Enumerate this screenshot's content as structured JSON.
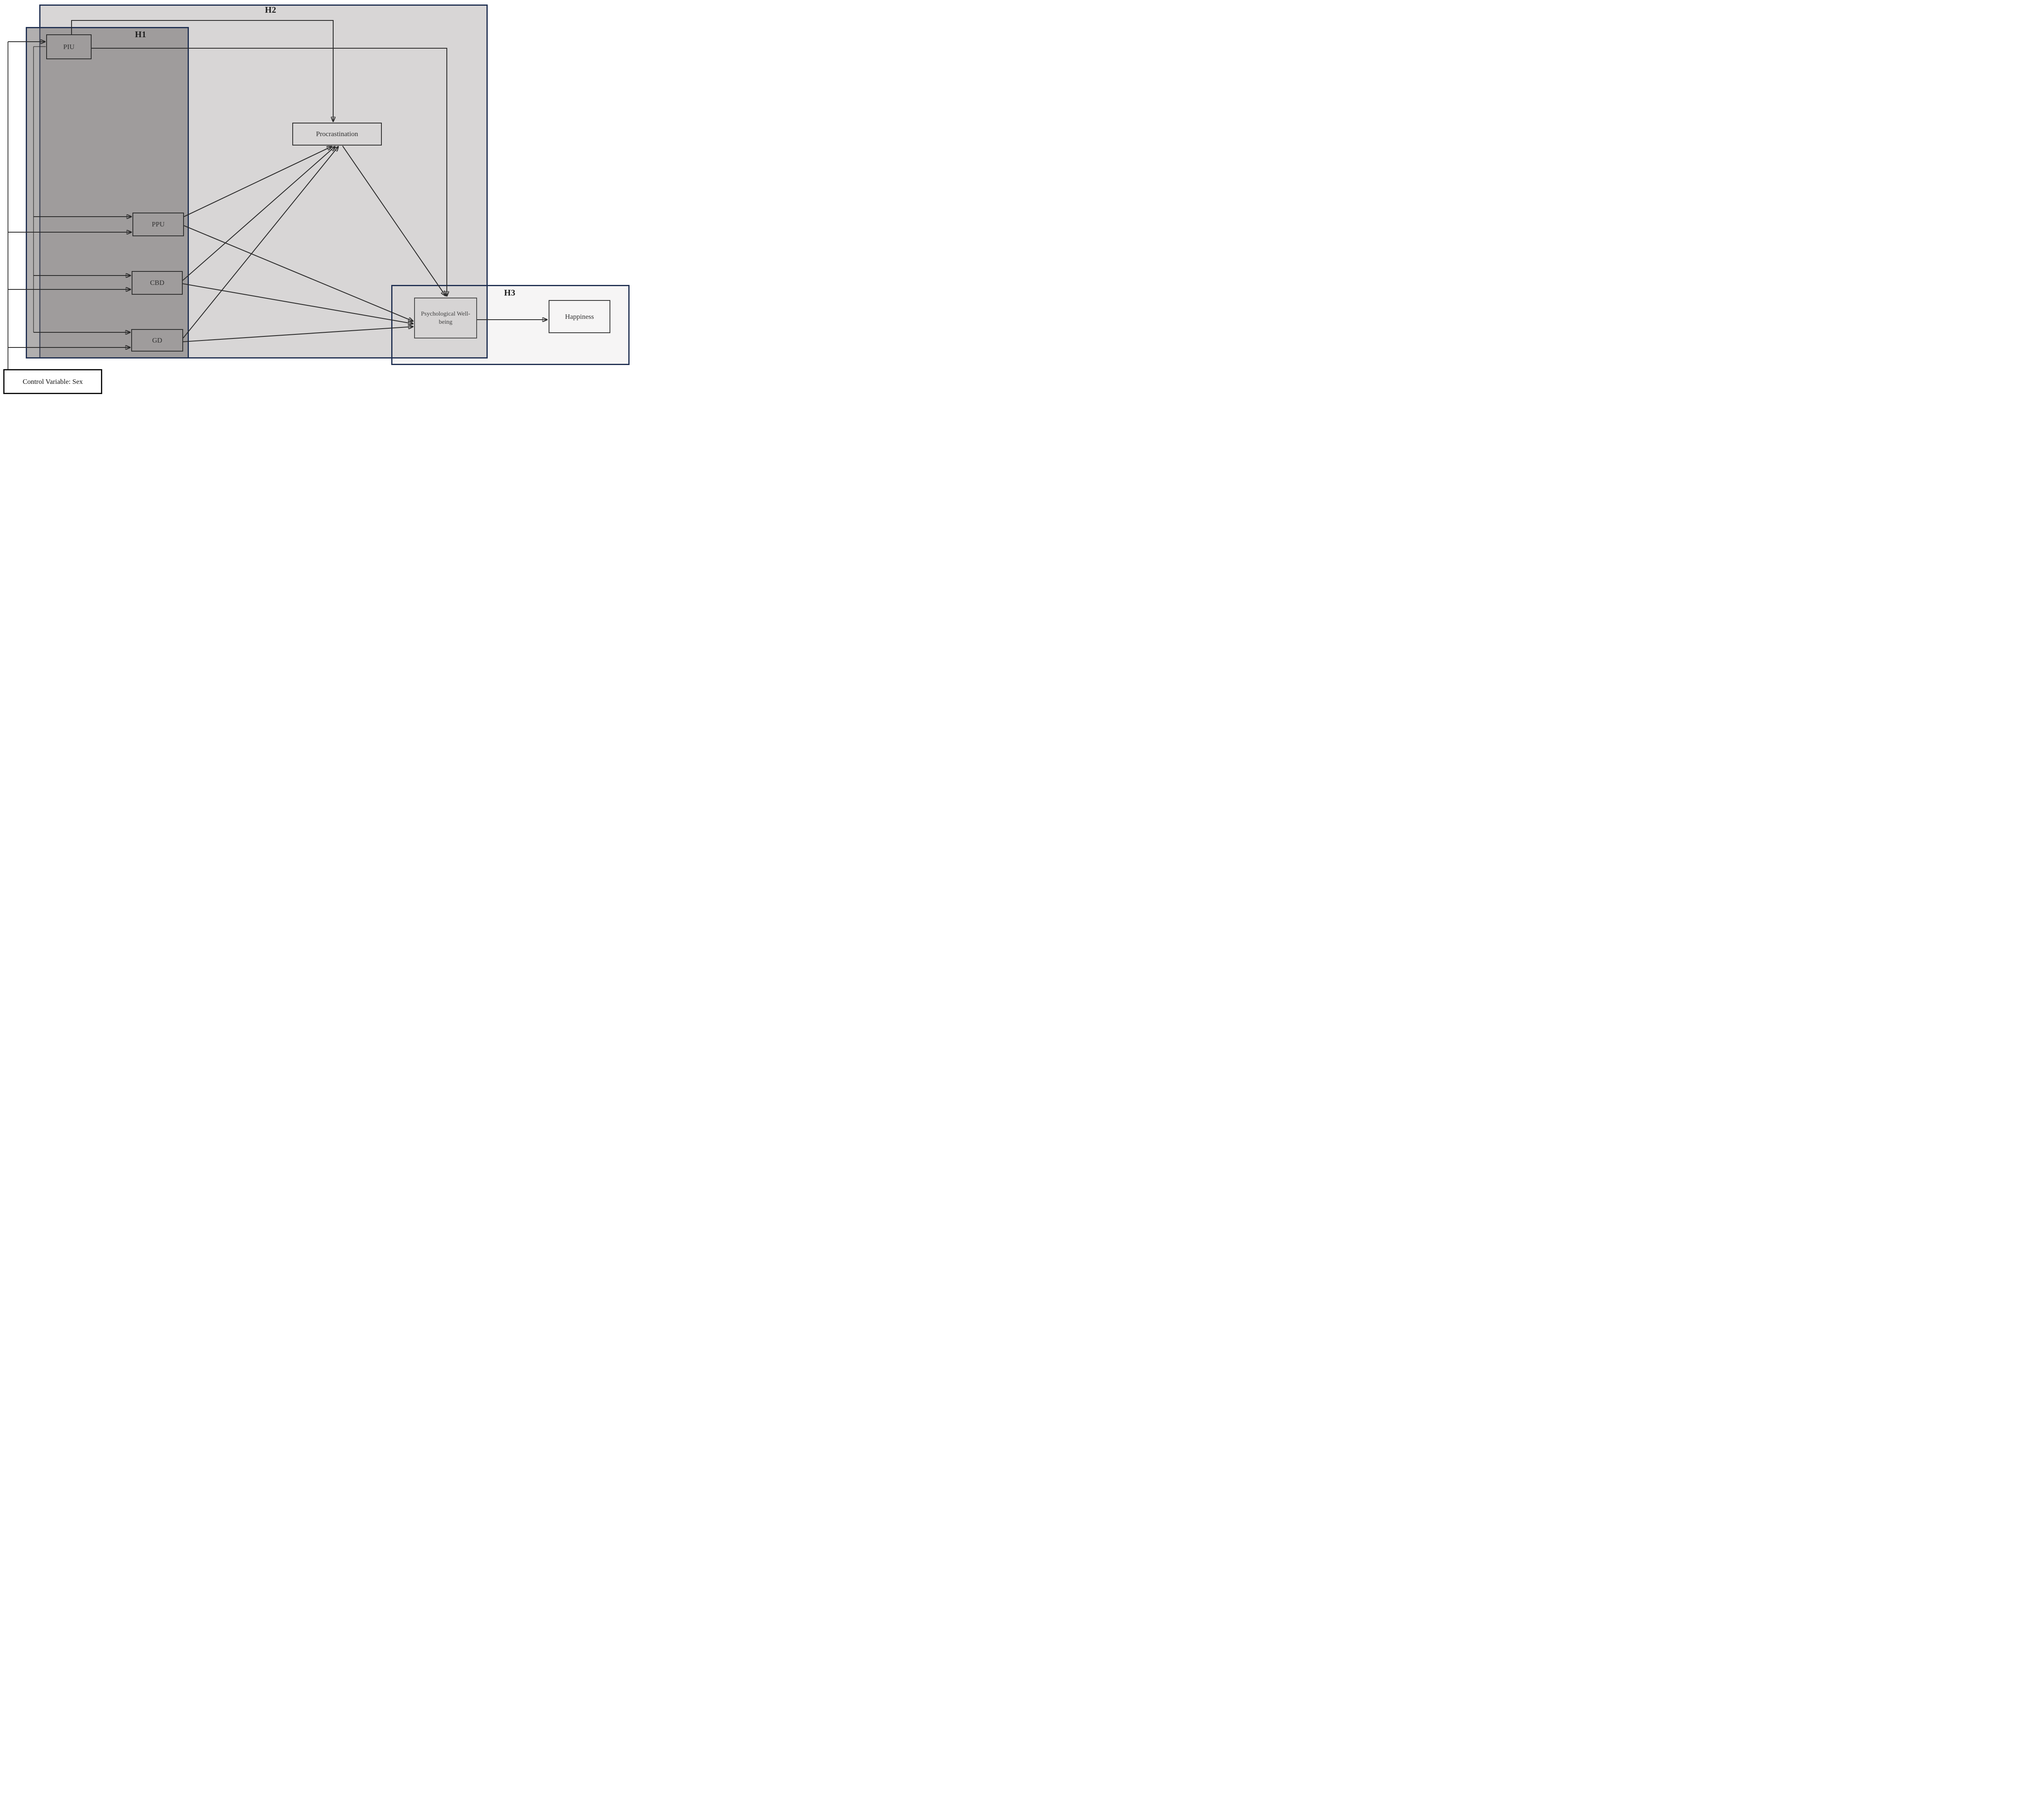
{
  "labels": {
    "h1": "H1",
    "h2": "H2",
    "h3": "H3",
    "piu": "PIU",
    "ppu": "PPU",
    "cbd": "CBD",
    "gd": "GD",
    "procrastination": "Procrastination",
    "pwb": "Psychological Well-being",
    "happiness": "Happiness",
    "control": "Control Variable: Sex"
  },
  "groups": [
    {
      "id": "h2",
      "label": "H2"
    },
    {
      "id": "h1",
      "label": "H1"
    },
    {
      "id": "h3",
      "label": "H3"
    }
  ],
  "nodes": [
    {
      "id": "piu",
      "label": "PIU",
      "group": "H1"
    },
    {
      "id": "ppu",
      "label": "PPU",
      "group": "H1"
    },
    {
      "id": "cbd",
      "label": "CBD",
      "group": "H1"
    },
    {
      "id": "gd",
      "label": "GD",
      "group": "H1"
    },
    {
      "id": "procrastination",
      "label": "Procrastination",
      "group": "H2"
    },
    {
      "id": "pwb",
      "label": "Psychological Well-being",
      "group": "H3"
    },
    {
      "id": "happiness",
      "label": "Happiness",
      "group": "H3"
    }
  ],
  "control_box": {
    "label": "Control Variable: Sex"
  },
  "edges": [
    {
      "from": "Control Variable: Sex",
      "to": "PIU",
      "variant": "upper-arrow"
    },
    {
      "from": "Control Variable: Sex",
      "to": "PIU",
      "variant": "lower-plain"
    },
    {
      "from": "Control Variable: Sex",
      "to": "PPU",
      "variant": "upper"
    },
    {
      "from": "Control Variable: Sex",
      "to": "PPU",
      "variant": "lower"
    },
    {
      "from": "Control Variable: Sex",
      "to": "CBD",
      "variant": "upper"
    },
    {
      "from": "Control Variable: Sex",
      "to": "CBD",
      "variant": "lower"
    },
    {
      "from": "Control Variable: Sex",
      "to": "GD",
      "variant": "upper"
    },
    {
      "from": "Control Variable: Sex",
      "to": "GD",
      "variant": "lower"
    },
    {
      "from": "PIU",
      "to": "Procrastination"
    },
    {
      "from": "PIU",
      "to": "Psychological Well-being"
    },
    {
      "from": "PPU",
      "to": "Procrastination"
    },
    {
      "from": "CBD",
      "to": "Procrastination"
    },
    {
      "from": "GD",
      "to": "Procrastination"
    },
    {
      "from": "PPU",
      "to": "Psychological Well-being"
    },
    {
      "from": "CBD",
      "to": "Psychological Well-being"
    },
    {
      "from": "GD",
      "to": "Psychological Well-being"
    },
    {
      "from": "Procrastination",
      "to": "Psychological Well-being"
    },
    {
      "from": "Psychological Well-being",
      "to": "Happiness"
    }
  ],
  "colors": {
    "frame_navy": "#203052",
    "h2_fill": "#d8d6d6",
    "h1_overlay_fill": "rgba(113,110,110,0.55)",
    "h3_fill": "#f6f5f5",
    "pwb_fill": "#d6d4d4",
    "edge_line": "#2a2a2a",
    "node_border": "#2e2e2e",
    "control_border": "#101010"
  }
}
